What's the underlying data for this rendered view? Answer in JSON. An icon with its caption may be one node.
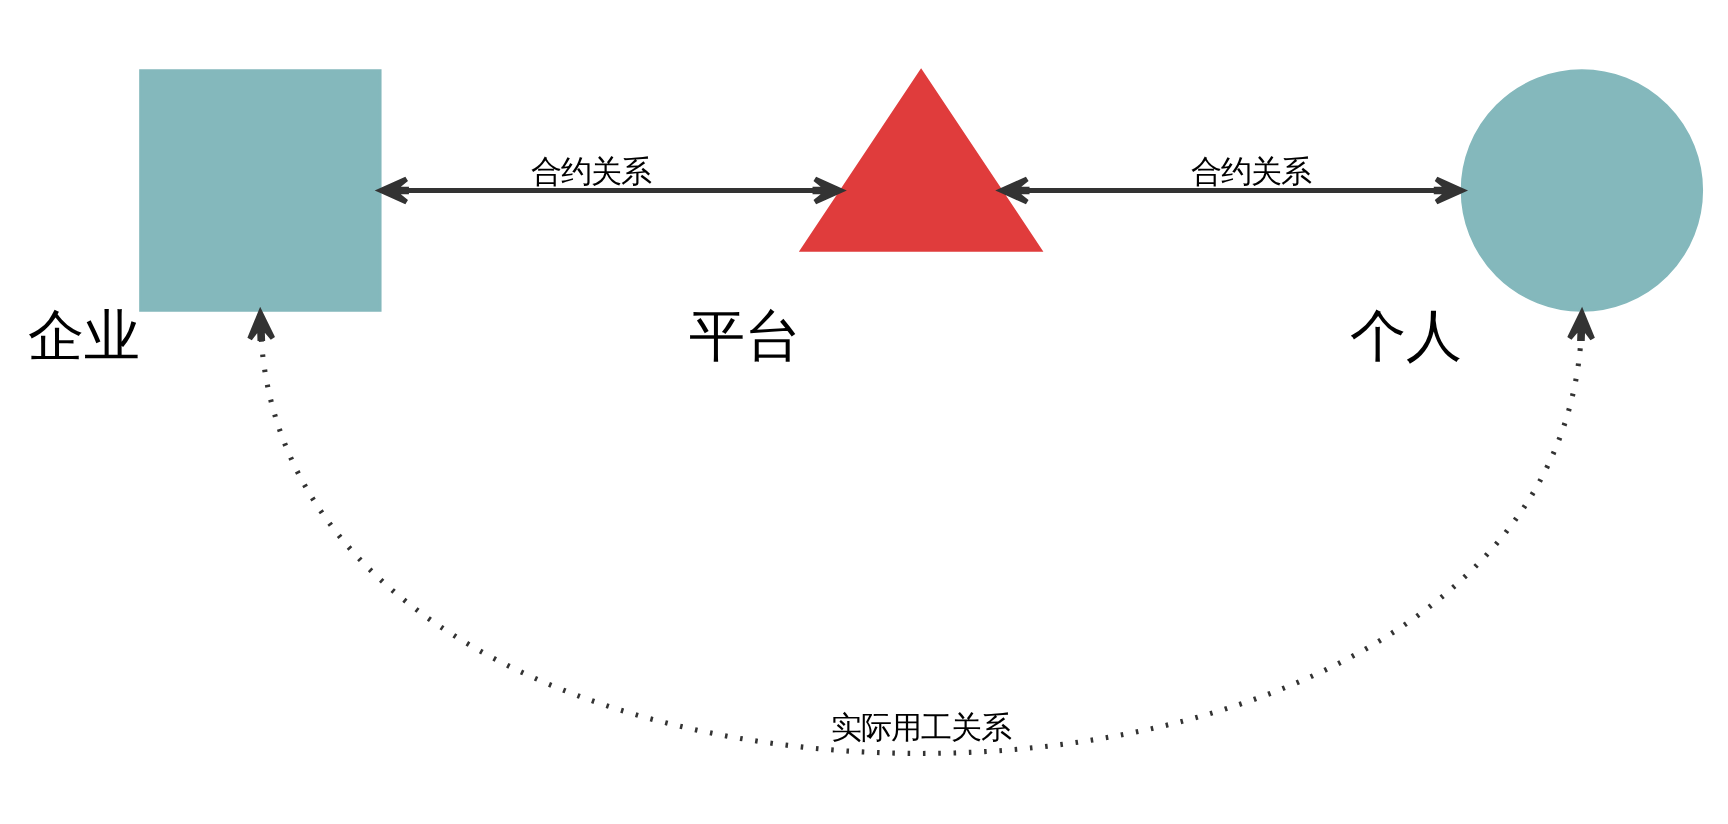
{
  "diagram": {
    "nodes": [
      {
        "text": [
          "企业"
        ]
      },
      {
        "text": [
          "平台"
        ]
      },
      {
        "text": [
          "个人"
        ]
      }
    ],
    "edges": [
      {
        "from": 0,
        "to": 1,
        "arrow": "both",
        "label": "合约关系"
      },
      {
        "from": 1,
        "to": 2,
        "arrow": "both",
        "label": "合约关系"
      },
      {
        "from": 0,
        "to": 2,
        "arrow": "both",
        "label": "实际用工关系",
        "style": "dashed"
      }
    ]
  }
}
